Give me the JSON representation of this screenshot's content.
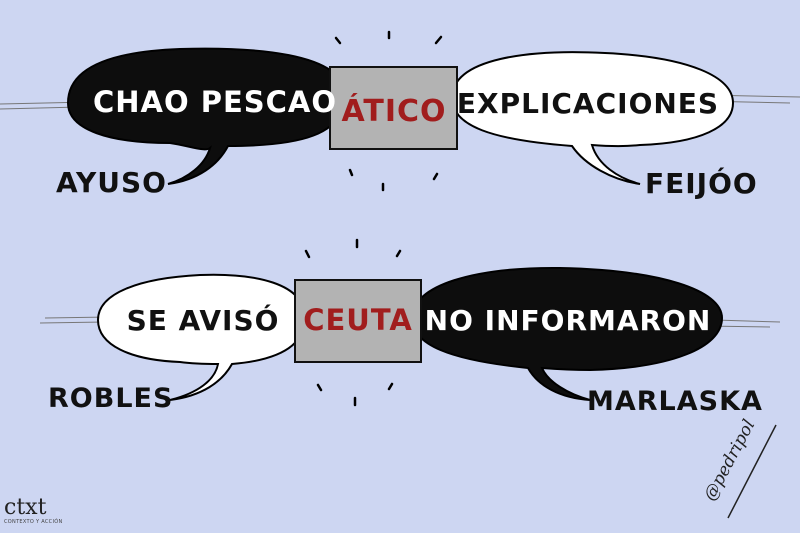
{
  "colors": {
    "background": "#cdd6f2",
    "bubble_dark": "#0d0d0d",
    "bubble_light": "#ffffff",
    "label_box": "#b3b3b3",
    "topic_text": "#a11d1d"
  },
  "panels": [
    {
      "topic": "ÁTICO",
      "left_bubble": {
        "style": "dark",
        "text": "CHAO PESCAO",
        "speaker": "AYUSO"
      },
      "right_bubble": {
        "style": "light",
        "text": "EXPLICACIONES",
        "speaker": "FEIJÓO"
      }
    },
    {
      "topic": "CEUTA",
      "left_bubble": {
        "style": "light",
        "text": "SE AVISÓ",
        "speaker": "ROBLES"
      },
      "right_bubble": {
        "style": "dark",
        "text": "NO INFORMARON",
        "speaker": "MARLASKA"
      }
    }
  ],
  "signature": "@pedripol",
  "logo": {
    "name": "ctxt",
    "tagline": "CONTEXTO Y ACCIÓN"
  }
}
